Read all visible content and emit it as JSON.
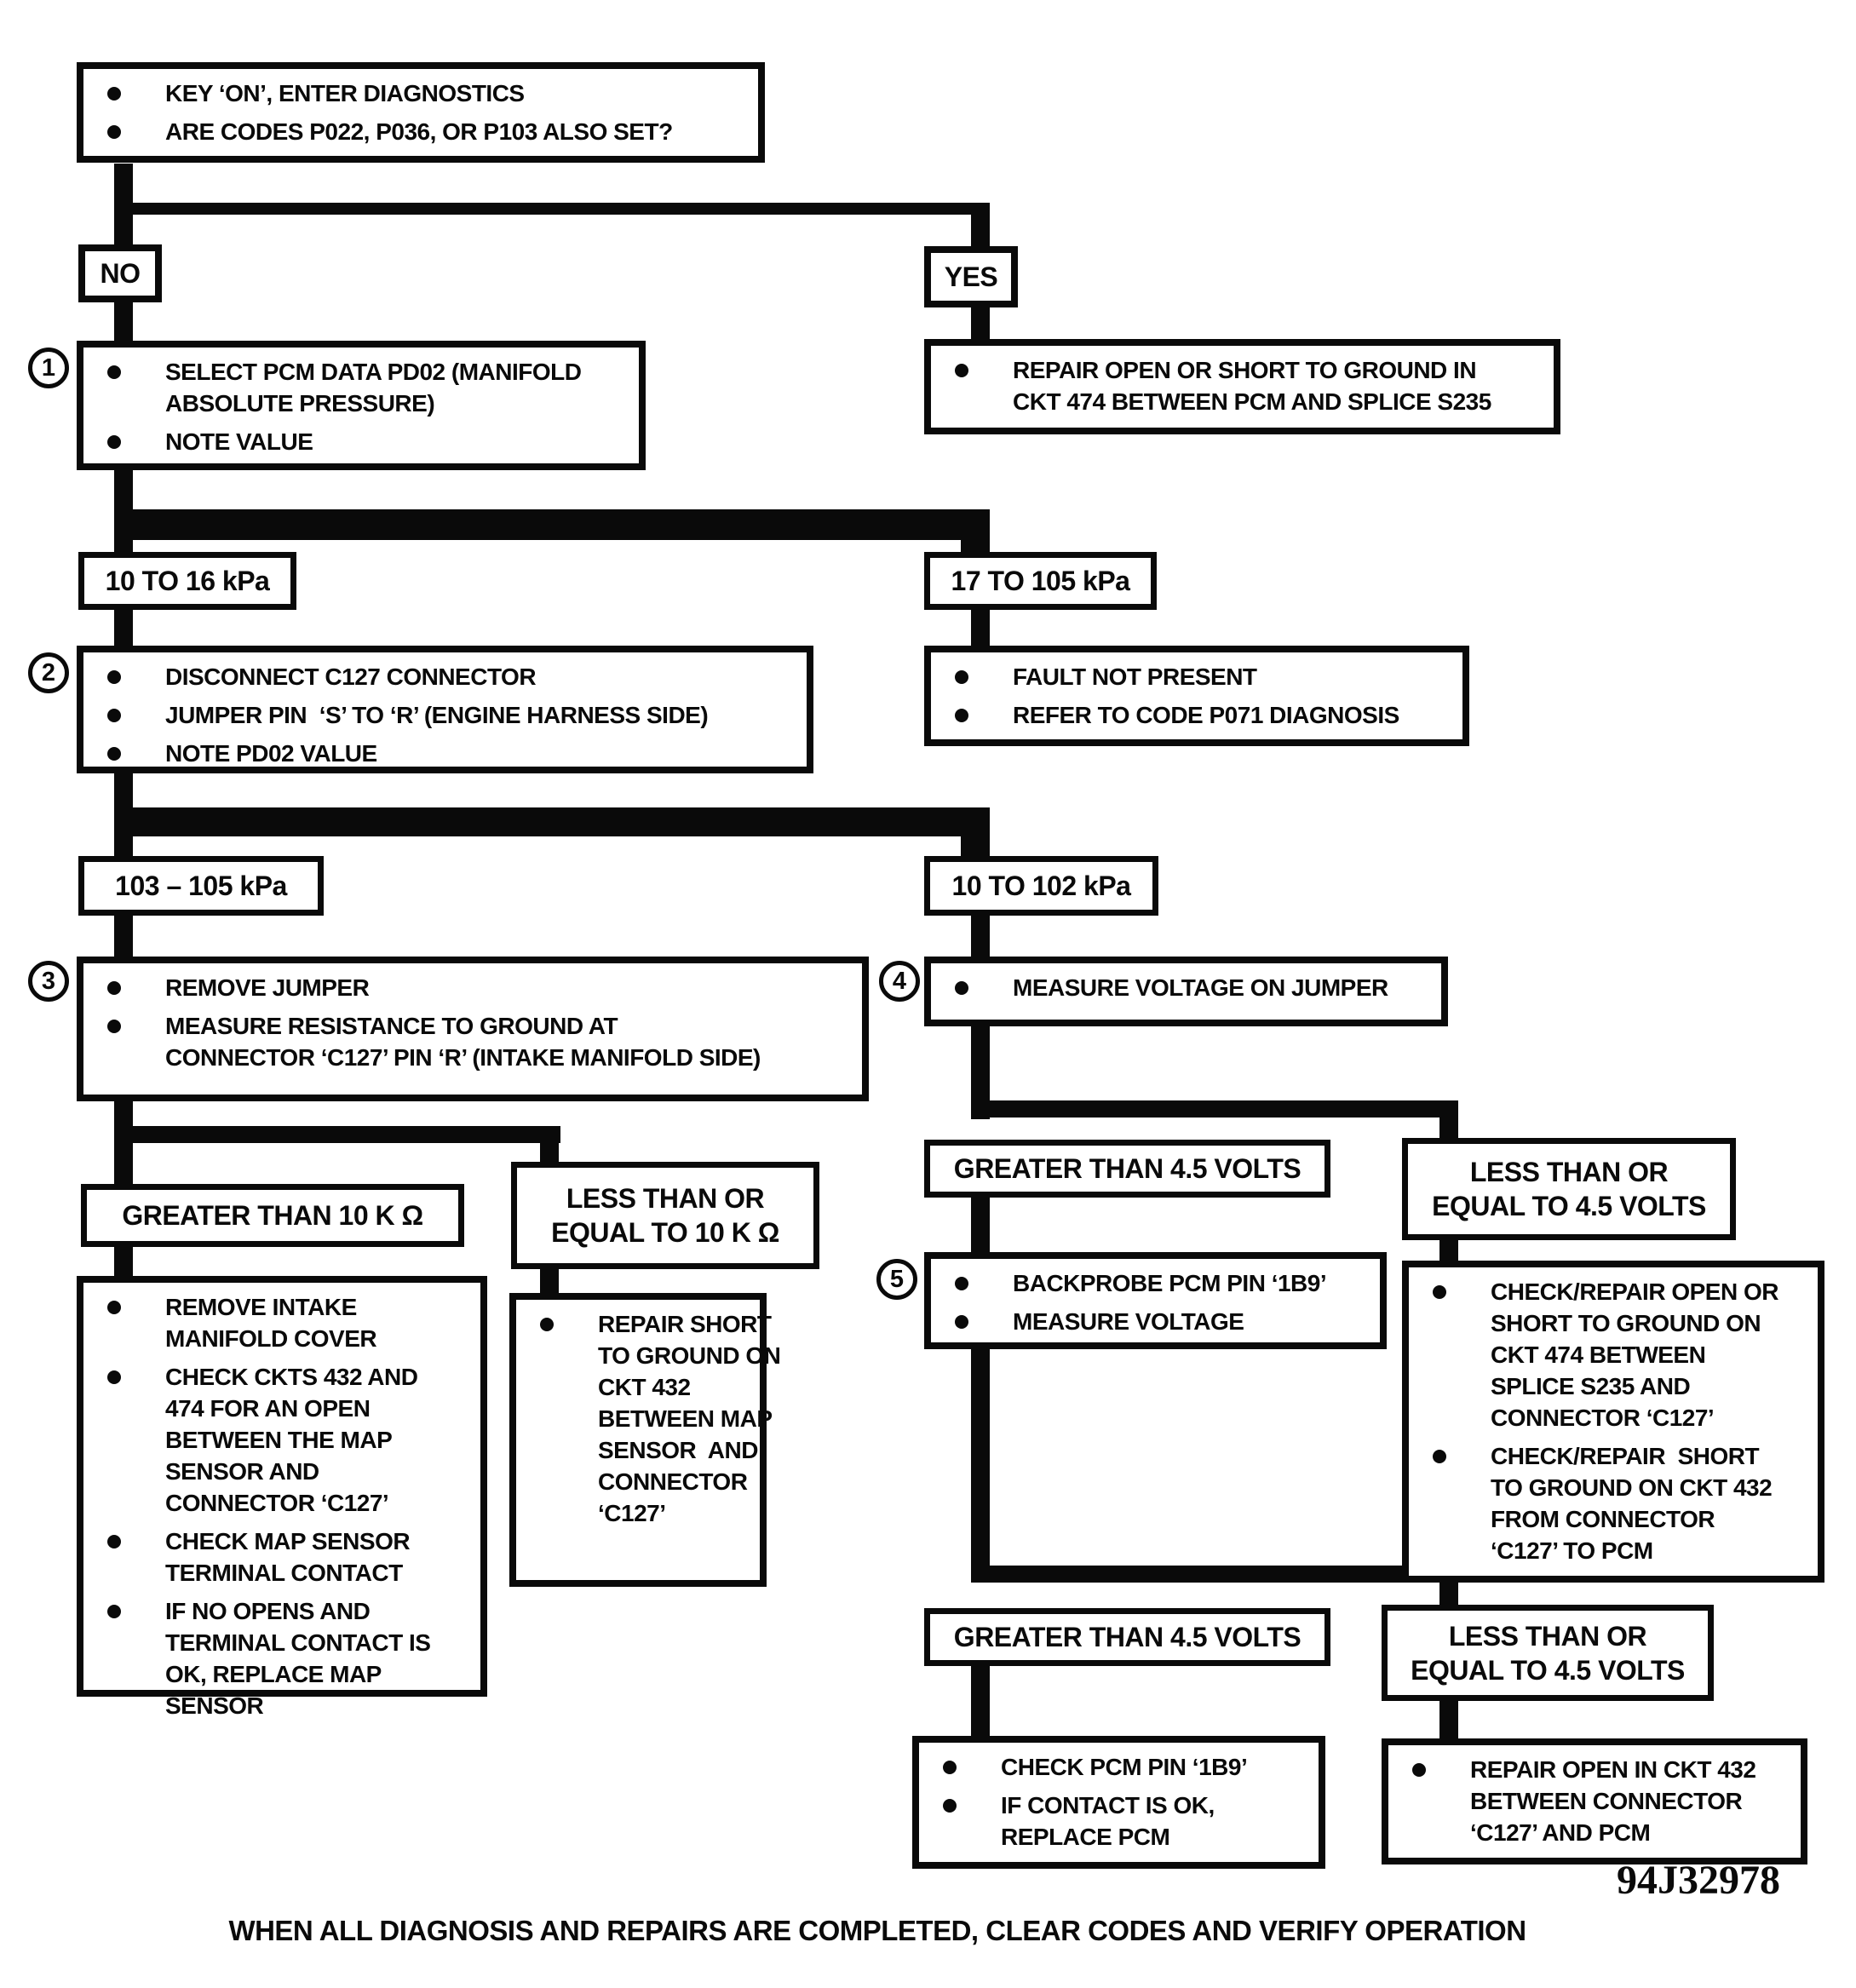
{
  "footer": "WHEN ALL DIAGNOSIS AND REPAIRS ARE COMPLETED, CLEAR CODES AND VERIFY OPERATION",
  "figure_id": "94J32978",
  "nodes": {
    "start": {
      "bullets": [
        "KEY ‘ON’, ENTER DIAGNOSTICS",
        "ARE CODES P022, P036, OR P103 ALSO SET?"
      ]
    },
    "branch_no": {
      "label": "NO"
    },
    "branch_yes": {
      "label": "YES"
    },
    "step1": {
      "num": "1",
      "bullets": [
        "SELECT PCM DATA PD02 (MANIFOLD\nABSOLUTE PRESSURE)",
        "NOTE VALUE"
      ]
    },
    "repair_ckt474_pcm_splice": {
      "bullets": [
        "REPAIR OPEN OR SHORT TO GROUND IN\nCKT 474 BETWEEN PCM AND SPLICE S235"
      ]
    },
    "range_10_16": {
      "label": "10 TO 16 kPa"
    },
    "range_17_105": {
      "label": "17 TO 105 kPa"
    },
    "step2": {
      "num": "2",
      "bullets": [
        "DISCONNECT C127 CONNECTOR",
        "JUMPER PIN  ‘S’ TO ‘R’ (ENGINE HARNESS SIDE)",
        "NOTE PD02 VALUE"
      ]
    },
    "fault_not_present": {
      "bullets": [
        "FAULT NOT PRESENT",
        "REFER TO CODE P071 DIAGNOSIS"
      ]
    },
    "range_103_105": {
      "label": "103 – 105 kPa"
    },
    "range_10_102": {
      "label": "10 TO 102 kPa"
    },
    "step3": {
      "num": "3",
      "bullets": [
        "REMOVE JUMPER",
        "MEASURE RESISTANCE TO GROUND AT\nCONNECTOR ‘C127’ PIN ‘R’ (INTAKE MANIFOLD SIDE)"
      ]
    },
    "step4": {
      "num": "4",
      "bullets": [
        "MEASURE VOLTAGE ON JUMPER"
      ]
    },
    "gt_10k": {
      "label": "GREATER THAN 10 K Ω"
    },
    "le_10k": {
      "label": "LESS THAN OR\nEQUAL TO 10 K Ω"
    },
    "check_map_sensor": {
      "bullets": [
        "REMOVE INTAKE\nMANIFOLD COVER",
        "CHECK CKTS 432 AND\n474 FOR AN OPEN\nBETWEEN THE MAP\nSENSOR AND\nCONNECTOR ‘C127’",
        "CHECK MAP SENSOR\nTERMINAL CONTACT",
        "IF NO OPENS AND\nTERMINAL CONTACT IS\nOK, REPLACE MAP\nSENSOR"
      ]
    },
    "repair_short_432_map": {
      "bullets": [
        "REPAIR SHORT\nTO GROUND ON\nCKT 432\nBETWEEN MAP\nSENSOR  AND\nCONNECTOR\n‘C127’"
      ]
    },
    "gt_45v_1": {
      "label": "GREATER THAN 4.5 VOLTS"
    },
    "le_45v_1": {
      "label": "LESS THAN OR\nEQUAL TO 4.5 VOLTS"
    },
    "step5": {
      "num": "5",
      "bullets": [
        "BACKPROBE PCM PIN ‘1B9’",
        "MEASURE VOLTAGE"
      ]
    },
    "check_repair_474_432": {
      "bullets": [
        "CHECK/REPAIR OPEN OR\nSHORT TO GROUND ON\nCKT 474 BETWEEN\nSPLICE S235 AND\nCONNECTOR ‘C127’",
        "CHECK/REPAIR  SHORT\nTO GROUND ON CKT 432\nFROM CONNECTOR\n‘C127’ TO PCM"
      ]
    },
    "gt_45v_2": {
      "label": "GREATER THAN 4.5 VOLTS"
    },
    "le_45v_2": {
      "label": "LESS THAN OR\nEQUAL TO 4.5 VOLTS"
    },
    "check_pcm_pin": {
      "bullets": [
        "CHECK PCM PIN ‘1B9’",
        "IF CONTACT IS OK,\nREPLACE PCM"
      ]
    },
    "repair_open_432_pcm": {
      "bullets": [
        "REPAIR OPEN IN CKT 432\nBETWEEN CONNECTOR\n‘C127’ AND PCM"
      ]
    }
  }
}
